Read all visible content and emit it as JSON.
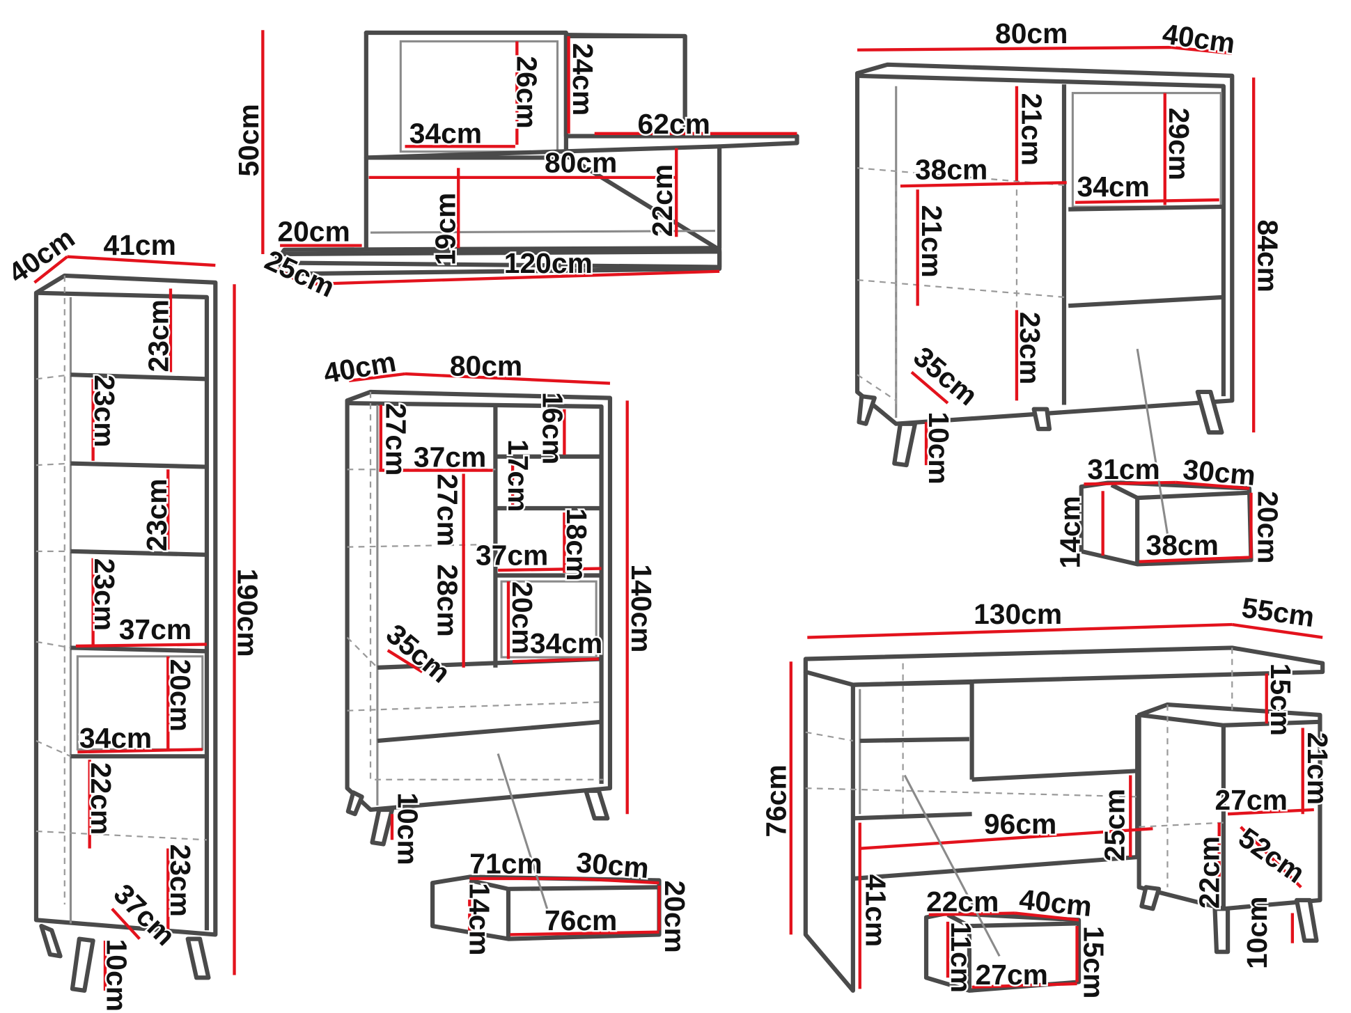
{
  "wall_shelf": {
    "labels": [
      "50cm",
      "34cm",
      "26cm",
      "24cm",
      "62cm",
      "80cm",
      "22cm",
      "19cm",
      "20cm",
      "25cm",
      "120cm"
    ]
  },
  "tall_bookcase": {
    "labels": [
      "40cm",
      "41cm",
      "23cm",
      "23cm",
      "23cm",
      "23cm",
      "37cm",
      "20cm",
      "34cm",
      "22cm",
      "23cm",
      "37cm",
      "10cm",
      "190cm"
    ]
  },
  "cabinet": {
    "labels": [
      "40cm",
      "80cm",
      "27cm",
      "37cm",
      "16cm",
      "17cm",
      "27cm",
      "18cm",
      "37cm",
      "28cm",
      "20cm",
      "34cm",
      "35cm",
      "140cm",
      "10cm"
    ]
  },
  "cabinet_drawer": {
    "labels": [
      "71cm",
      "30cm",
      "14cm",
      "76cm",
      "20cm"
    ]
  },
  "sideboard": {
    "labels": [
      "80cm",
      "40cm",
      "21cm",
      "38cm",
      "29cm",
      "34cm",
      "21cm",
      "84cm",
      "23cm",
      "35cm",
      "10cm"
    ]
  },
  "sideboard_drawer": {
    "labels": [
      "31cm",
      "30cm",
      "14cm",
      "20cm",
      "38cm"
    ]
  },
  "desk": {
    "labels": [
      "130cm",
      "55cm",
      "15cm",
      "21cm",
      "76cm",
      "27cm",
      "96cm",
      "25cm",
      "52cm",
      "22cm",
      "41cm",
      "10cm"
    ]
  },
  "desk_drawer": {
    "labels": [
      "22cm",
      "40cm",
      "11cm",
      "15cm",
      "27cm"
    ]
  }
}
